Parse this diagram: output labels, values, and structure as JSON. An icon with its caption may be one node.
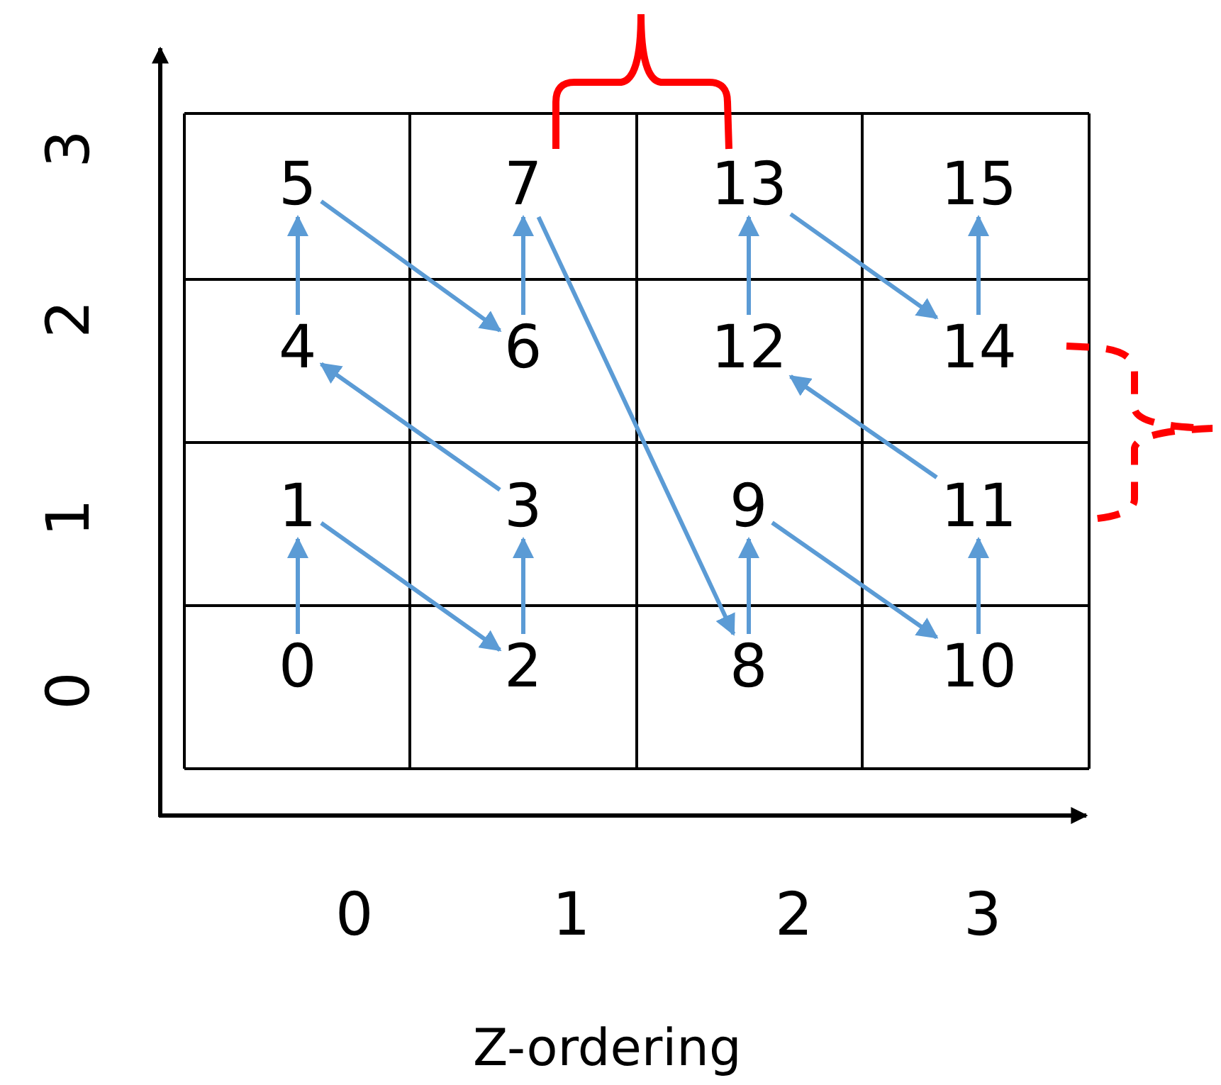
{
  "diagram": {
    "caption": "Z-ordering",
    "nodes": [
      {
        "text": [
          "0"
        ]
      },
      {
        "text": [
          "1"
        ]
      },
      {
        "text": [
          "2"
        ]
      },
      {
        "text": [
          "3"
        ]
      },
      {
        "text": [
          "4"
        ]
      },
      {
        "text": [
          "5"
        ]
      },
      {
        "text": [
          "6"
        ]
      },
      {
        "text": [
          "7"
        ]
      },
      {
        "text": [
          "8"
        ]
      },
      {
        "text": [
          "9"
        ]
      },
      {
        "text": [
          "10"
        ]
      },
      {
        "text": [
          "11"
        ]
      },
      {
        "text": [
          "12"
        ]
      },
      {
        "text": [
          "13"
        ]
      },
      {
        "text": [
          "14"
        ]
      },
      {
        "text": [
          "15"
        ]
      }
    ],
    "edges": [
      {
        "from": 0,
        "to": 1,
        "arrow": "to"
      },
      {
        "from": 1,
        "to": 2,
        "arrow": "to"
      },
      {
        "from": 2,
        "to": 3,
        "arrow": "to"
      },
      {
        "from": 3,
        "to": 4,
        "arrow": "to"
      },
      {
        "from": 4,
        "to": 5,
        "arrow": "to"
      },
      {
        "from": 5,
        "to": 6,
        "arrow": "to"
      },
      {
        "from": 6,
        "to": 7,
        "arrow": "to"
      },
      {
        "from": 7,
        "to": 8,
        "arrow": "to"
      },
      {
        "from": 8,
        "to": 9,
        "arrow": "to"
      },
      {
        "from": 9,
        "to": 10,
        "arrow": "to"
      },
      {
        "from": 10,
        "to": 11,
        "arrow": "to"
      },
      {
        "from": 11,
        "to": 12,
        "arrow": "to"
      },
      {
        "from": 12,
        "to": 13,
        "arrow": "to"
      },
      {
        "from": 13,
        "to": 14,
        "arrow": "to"
      },
      {
        "from": 14,
        "to": 15,
        "arrow": "to"
      }
    ],
    "labels": [
      "3",
      "2",
      "1",
      "0",
      "0",
      "1",
      "2",
      "3"
    ]
  }
}
